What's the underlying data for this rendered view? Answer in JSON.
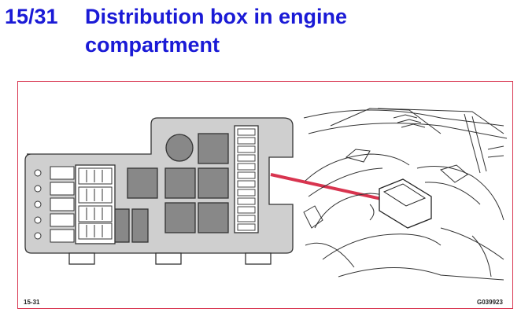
{
  "section_number": "15/31",
  "title_line1": "Distribution box in engine",
  "title_line2": "compartment",
  "figure": {
    "page_ref": "15-31",
    "image_code": "G039923",
    "frame_color": "#d8344f",
    "pointer_color": "#d8344f",
    "box_fill": "#cfcfcf"
  }
}
